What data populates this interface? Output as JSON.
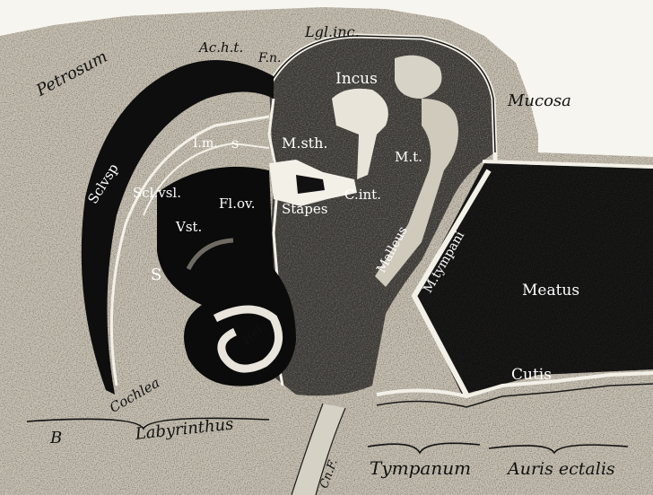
{
  "labels": {
    "petrosum": "Petrosum",
    "acht": "Ac.h.t.",
    "f_n": "F.n.",
    "lgl_inc": "Lgl.inc.",
    "incus": "Incus",
    "mucosa": "Mucosa",
    "sclvsp": "Sclvsp",
    "i_m": "I.m.",
    "s_upper": "s",
    "msth": "M.sth.",
    "mt": "M.t.",
    "sclvsl": "Scl.vsl.",
    "flov": "Fl.ov.",
    "cint": "C.int.",
    "stapes": "Stapes",
    "vst": "Vst.",
    "malleus": "Malleus",
    "mtympani": "M.tympani",
    "meatus": "Meatus",
    "s_lower": "S",
    "hel": "Hel.",
    "cutis": "Cutis",
    "cochlea": "Cochlea",
    "labyrinthus": "Labyrinthus",
    "b": "B",
    "cnf": "Cn.F.",
    "tympanum": "Tympanum",
    "auris_ectalis": "Auris ectalis"
  }
}
